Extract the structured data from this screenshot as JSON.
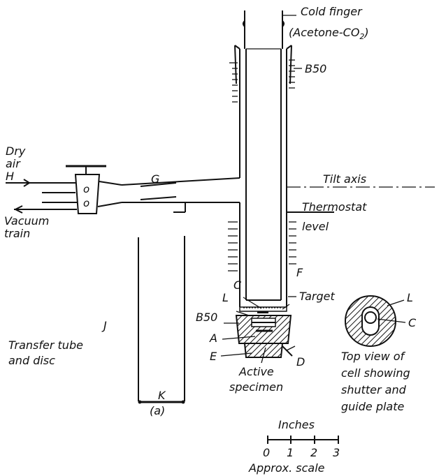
{
  "labels": {
    "cold_finger": "Cold finger",
    "acetone_co2": "(Acetone-CO",
    "co2_sub": "2",
    "acetone_close": ")",
    "b50_top": "B50",
    "dry": "Dry",
    "air": "air",
    "h": "H",
    "g": "G",
    "tilt_axis": "Tilt axis",
    "vacuum": "Vacuum",
    "train": "train",
    "thermostat": "Thermostat",
    "level": "level",
    "f": "F",
    "c": "C",
    "l": "L",
    "target": "Target",
    "b50_bottom": "B50",
    "a": "A",
    "e": "E",
    "d": "D",
    "j": "J",
    "transfer_1": "Transfer tube",
    "transfer_2": "and disc",
    "active_1": "Active",
    "active_2": "specimen",
    "k": "K",
    "a_paren": "(a)",
    "top_l": "L",
    "top_c": "C",
    "topview_1": "Top view of",
    "topview_2": "cell showing",
    "topview_3": "shutter and",
    "topview_4": "guide plate",
    "inches": "Inches",
    "scale_0": "0",
    "scale_1": "1",
    "scale_2": "2",
    "scale_3": "3",
    "approx_scale": "Approx. scale",
    "stopcock_o1": "o",
    "stopcock_o2": "o"
  }
}
